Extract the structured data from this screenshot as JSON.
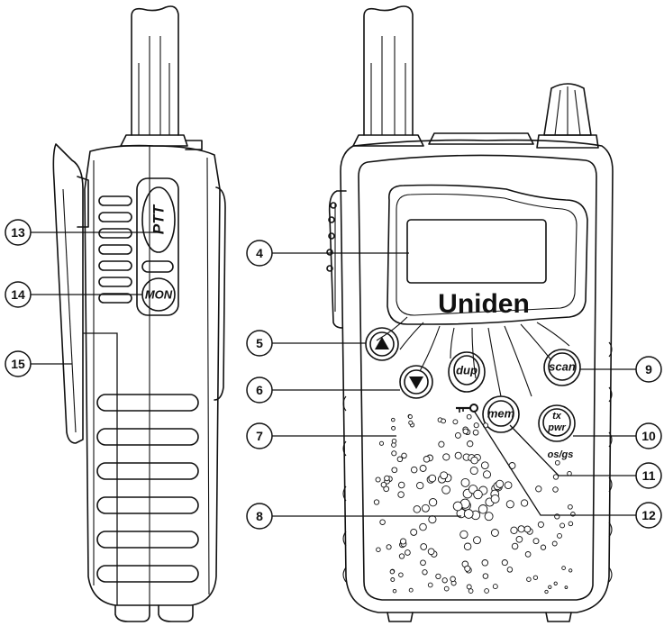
{
  "brand": "Uniden",
  "buttons": {
    "ptt": "PTT",
    "mon": "MON",
    "dup": "dup",
    "mem": "mem",
    "scan": "scan",
    "txpwr_line1": "tx",
    "txpwr_line2": "pwr",
    "osgs": "os/gs"
  },
  "callouts": [
    "4",
    "5",
    "6",
    "7",
    "8",
    "9",
    "10",
    "11",
    "12",
    "13",
    "14",
    "15"
  ]
}
